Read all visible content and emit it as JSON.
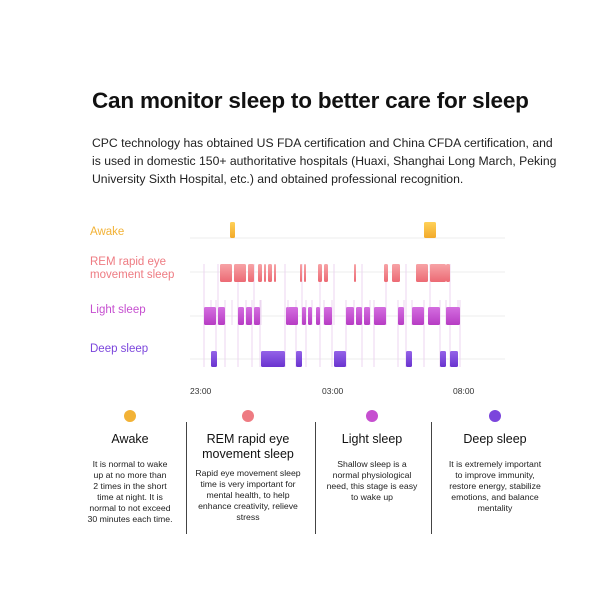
{
  "header": {
    "title": "Can monitor sleep to better care for sleep",
    "intro_lines": [
      "CPC technology has obtained US FDA certification and China CFDA certification, and",
      "is used in domestic 150+ authoritative hospitals (Huaxi, Shanghai Long March, Peking",
      "University Sixth Hospital, etc.) and obtained professional recognition."
    ]
  },
  "stages": [
    {
      "key": "awake",
      "label": "Awake",
      "color": "#f2b236"
    },
    {
      "key": "rem",
      "label_lines": [
        "REM rapid eye",
        "movement sleep"
      ],
      "color": "#ee7b82"
    },
    {
      "key": "light",
      "label": "Light sleep",
      "color": "#c64fd0"
    },
    {
      "key": "deep",
      "label": "Deep sleep",
      "color": "#7b45dc"
    }
  ],
  "time_ticks": [
    "23:00",
    "03:00",
    "08:00"
  ],
  "legend": [
    {
      "key": "awake",
      "name_lines": [
        "Awake"
      ],
      "color": "#f2b236",
      "desc_lines": [
        "It is normal to wake",
        "up at no more than",
        "2 times in the short",
        "time at night. It is",
        "normal to not exceed",
        "30 minutes each time."
      ]
    },
    {
      "key": "rem",
      "name_lines": [
        "REM rapid eye",
        "movement sleep"
      ],
      "color": "#ee7b82",
      "desc_lines": [
        "Rapid eye movement sleep",
        "time is very important for",
        "mental health, to help",
        "enhance creativity, relieve",
        "stress"
      ]
    },
    {
      "key": "light",
      "name_lines": [
        "Light sleep"
      ],
      "color": "#c64fd0",
      "desc_lines": [
        "Shallow sleep is a",
        "normal physiological",
        "need, this stage is easy",
        "to wake up"
      ]
    },
    {
      "key": "deep",
      "name_lines": [
        "Deep sleep"
      ],
      "color": "#7b45dc",
      "desc_lines": [
        "It is extremely important",
        "to improve immunity,",
        "restore energy, stabilize",
        "emotions, and balance",
        "mentality"
      ]
    }
  ]
}
